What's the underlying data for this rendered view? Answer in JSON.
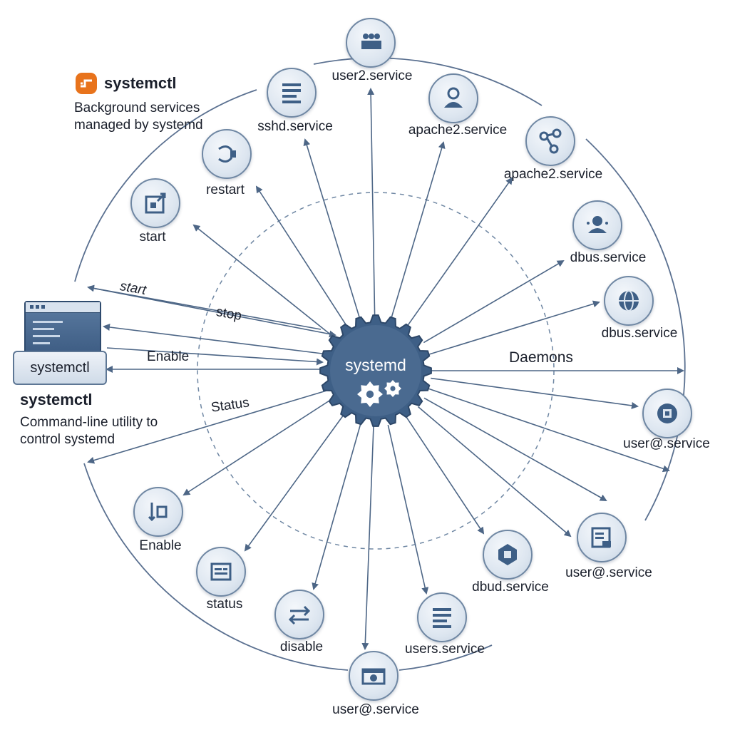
{
  "brand": {
    "title": "systemctl",
    "description": "Background services\nmanaged by systemd",
    "logo_icon": "systemd-logo-icon"
  },
  "cli": {
    "box_label": "systemctl",
    "title": "systemctl",
    "description": "Command-line utility to\ncontrol systemd",
    "icon": "terminal-icon"
  },
  "hub": {
    "label": "systemd",
    "icon": "gears-icon"
  },
  "daemons_label": "Daemons",
  "edge_labels": {
    "start": "start",
    "stop": "stop",
    "enable": "Enable",
    "status": "Status"
  },
  "nodes": [
    {
      "label": "user2.service",
      "icon": "users-icon"
    },
    {
      "label": "sshd.service",
      "icon": "list-icon"
    },
    {
      "label": "apache2.service",
      "icon": "group-icon"
    },
    {
      "label": "apache2.service",
      "icon": "network-icon"
    },
    {
      "label": "restart",
      "icon": "restart-icon"
    },
    {
      "label": "start",
      "icon": "start-icon"
    },
    {
      "label": "dbus.service",
      "icon": "bus-icon"
    },
    {
      "label": "dbus.service",
      "icon": "globe-icon"
    },
    {
      "label": "user@.service",
      "icon": "chip-icon"
    },
    {
      "label": "user@.service",
      "icon": "document-icon"
    },
    {
      "label": "dbud.service",
      "icon": "cube-icon"
    },
    {
      "label": "users.service",
      "icon": "list-icon"
    },
    {
      "label": "user@.service",
      "icon": "window-icon"
    },
    {
      "label": "disable",
      "icon": "swap-icon"
    },
    {
      "label": "status",
      "icon": "status-icon"
    },
    {
      "label": "Enable",
      "icon": "enable-icon"
    }
  ],
  "colors": {
    "accent": "#3e5f86",
    "hub": "#4a6a90",
    "brand_orange": "#e8731c",
    "arrow": "#4d6686"
  }
}
